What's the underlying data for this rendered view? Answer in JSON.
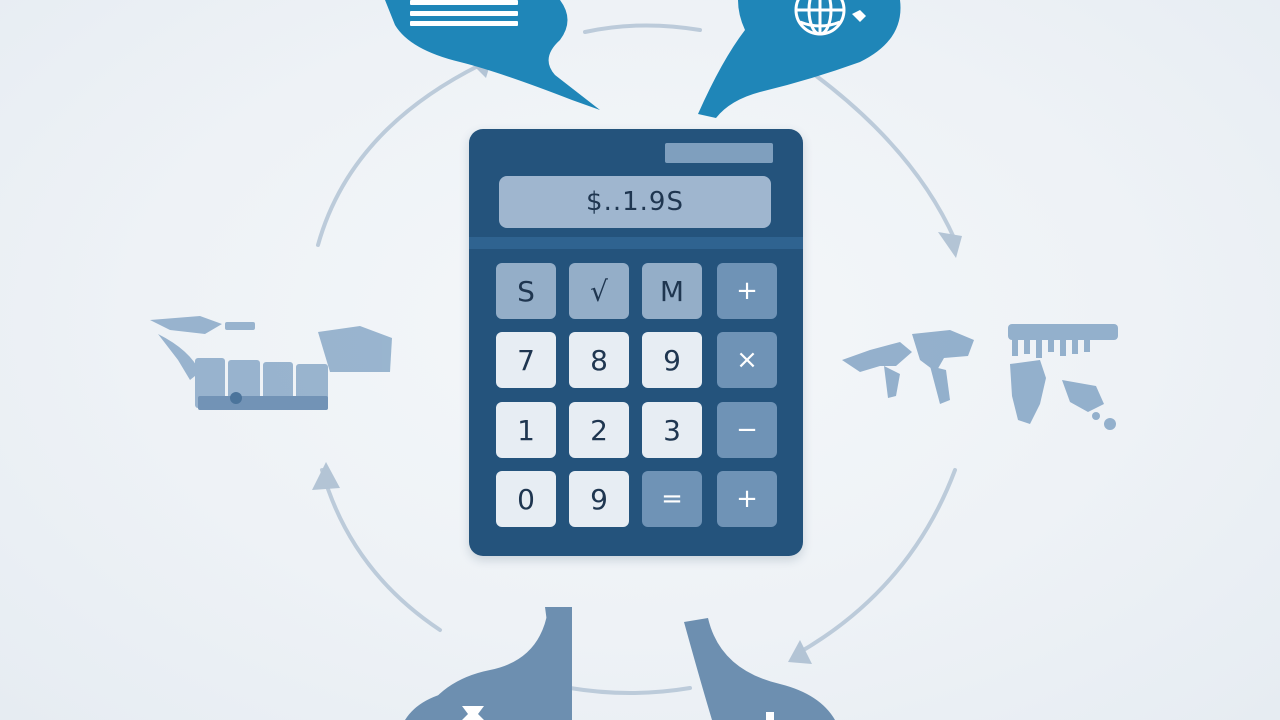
{
  "calculator": {
    "display_value": "$..1.9S",
    "keys": [
      {
        "label": "S",
        "kind": "fn"
      },
      {
        "label": "√",
        "kind": "fn"
      },
      {
        "label": "M",
        "kind": "fn"
      },
      {
        "label": "+",
        "kind": "op"
      },
      {
        "label": "7",
        "kind": "num"
      },
      {
        "label": "8",
        "kind": "num"
      },
      {
        "label": "9",
        "kind": "num"
      },
      {
        "label": "×",
        "kind": "op"
      },
      {
        "label": "1",
        "kind": "num"
      },
      {
        "label": "2",
        "kind": "num"
      },
      {
        "label": "3",
        "kind": "num"
      },
      {
        "label": "−",
        "kind": "op"
      },
      {
        "label": "0",
        "kind": "num"
      },
      {
        "label": "9",
        "kind": "num"
      },
      {
        "label": "=",
        "kind": "op"
      },
      {
        "label": "+",
        "kind": "op"
      }
    ]
  },
  "icons": {
    "top_left_bubble": "document-lines-icon",
    "top_right_bubble": "globe-icon",
    "left_graphic": "shipping-map-icon",
    "right_graphic": "world-map-icon",
    "bottom_left_bubble": "hourglass-icon",
    "bottom_right_bubble": "chart-icon"
  },
  "colors": {
    "background": "#eef2f6",
    "bubble_blue": "#1f86b8",
    "bubble_slate": "#6d8fb0",
    "calc_body": "#24537c",
    "cycle_arrow": "#b8c8d8"
  }
}
